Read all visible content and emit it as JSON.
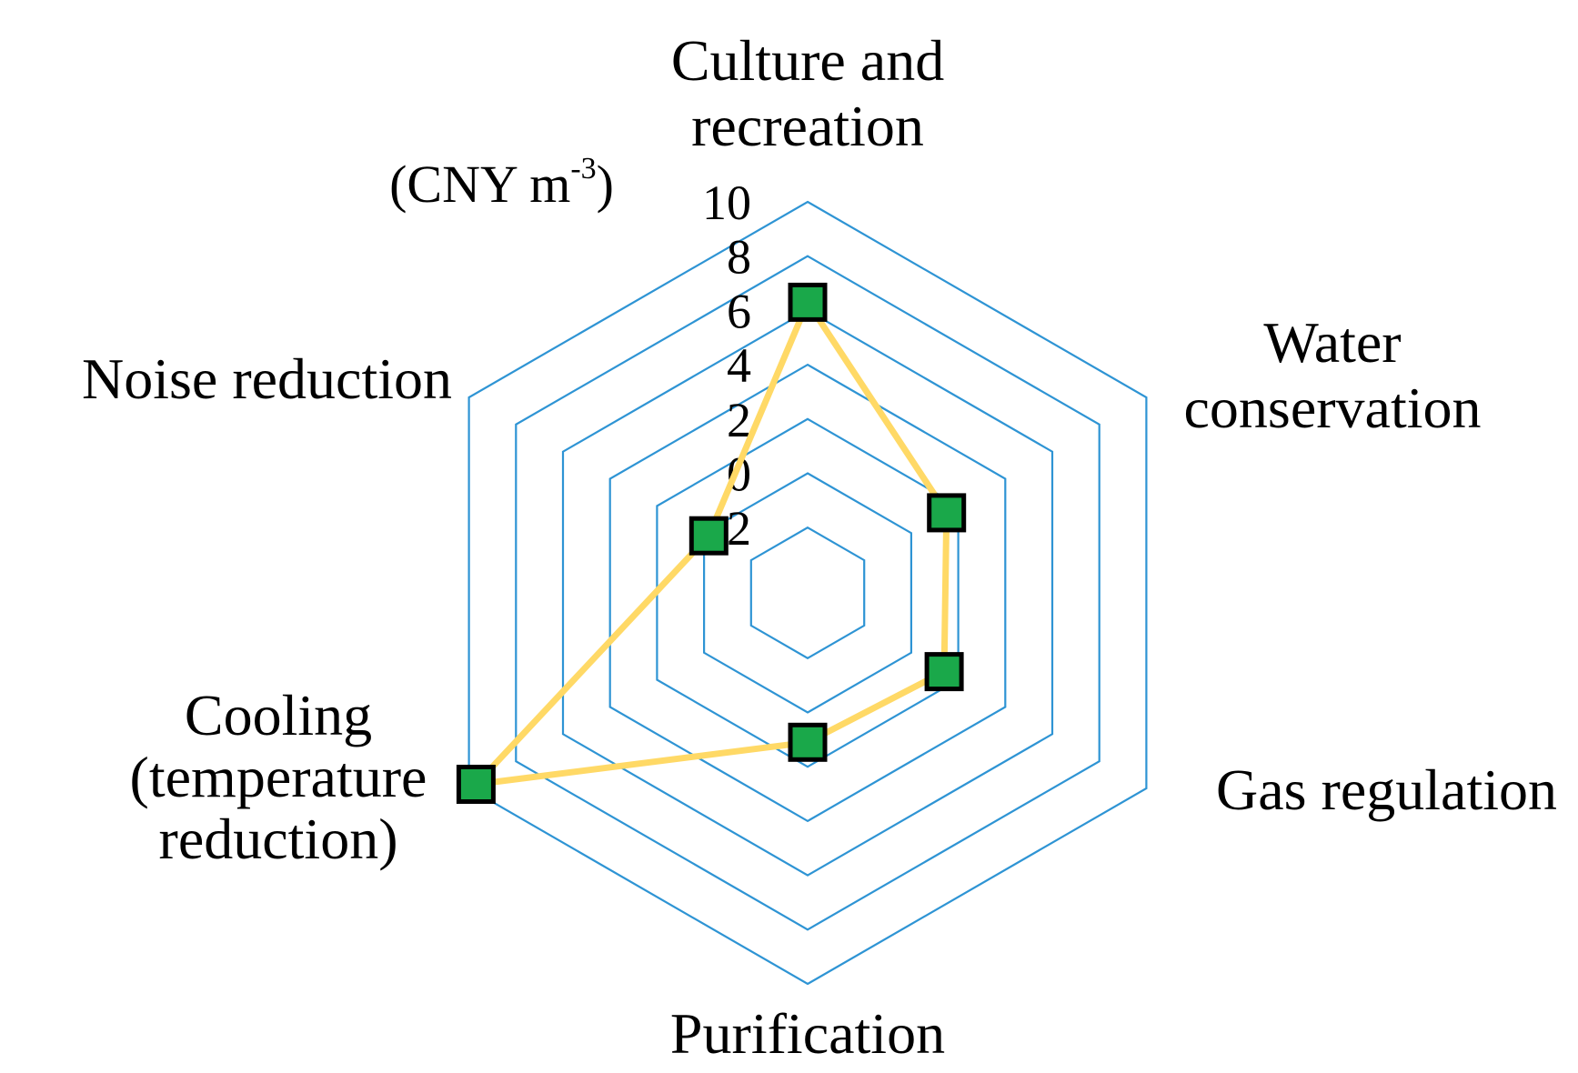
{
  "chart_data": {
    "type": "radar",
    "unit_prefix": "(CNY m",
    "unit_superscript": "-3",
    "unit_suffix": ")",
    "range": [
      -2,
      10
    ],
    "ticks": [
      -2,
      0,
      2,
      4,
      6,
      8,
      10
    ],
    "tick_labels": [
      "-2",
      "0",
      "2",
      "4",
      "6",
      "8",
      "10"
    ],
    "grid": true,
    "axes": [
      {
        "label_lines": [
          "Culture and",
          "recreation"
        ]
      },
      {
        "label_lines": [
          "Water",
          "conservation"
        ]
      },
      {
        "label_lines": [
          "Gas regulation"
        ]
      },
      {
        "label_lines": [
          "Purification"
        ]
      },
      {
        "label_lines": [
          "Cooling",
          "(temperature",
          "reduction)"
        ]
      },
      {
        "label_lines": [
          "Noise reduction"
        ]
      }
    ],
    "series": [
      {
        "values": [
          6.3,
          1.5,
          1.4,
          1.1,
          9.7,
          -0.2
        ]
      }
    ],
    "colors": {
      "grid": "#2E94D4",
      "line": "#FFD966",
      "marker_fill": "#1AA84A",
      "marker_stroke": "#000000"
    }
  }
}
